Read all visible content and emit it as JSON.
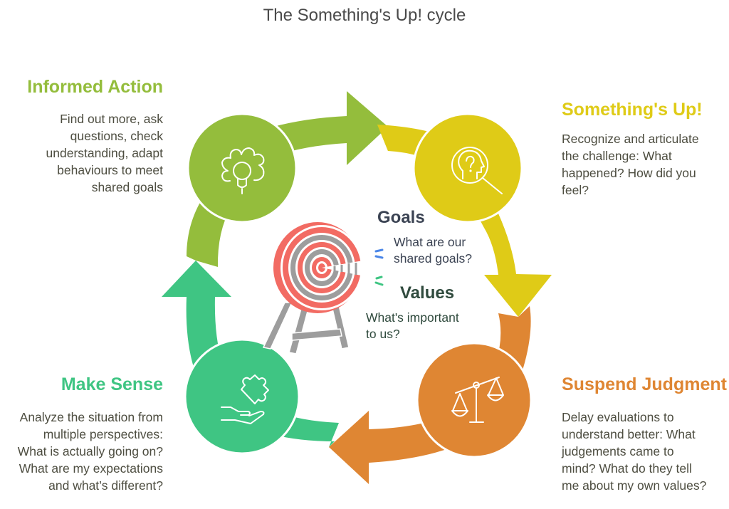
{
  "title": "The Something's Up! cycle",
  "stages": [
    {
      "id": "informed-action",
      "title": "Informed Action",
      "description_lines": [
        "Find out more, ask",
        "questions, check",
        "understanding, adapt",
        "behaviours to meet",
        "shared goals"
      ],
      "color": "#94bd3c",
      "icon": "gear-lightbulb-icon"
    },
    {
      "id": "somethings-up",
      "title": "Something's Up!",
      "description_lines": [
        "Recognize and articulate",
        "the challenge: What",
        "happened? How did you",
        "feel?"
      ],
      "color": "#dfcb17",
      "icon": "head-question-magnifier-icon"
    },
    {
      "id": "suspend-judgment",
      "title": "Suspend Judgment",
      "description_lines": [
        "Delay evaluations to",
        "understand better: What",
        "judgements came to",
        "mind? What do they tell",
        "me about my own values?"
      ],
      "color": "#df8633",
      "icon": "balance-scale-icon"
    },
    {
      "id": "make-sense",
      "title": "Make Sense",
      "description_lines": [
        "Analyze the situation from",
        "multiple perspectives:",
        "What is actually going on?",
        "What are my expectations",
        "and what’s different?"
      ],
      "color": "#3fc583",
      "icon": "hand-puzzle-icon"
    }
  ],
  "center": {
    "goals": {
      "title": "Goals",
      "lines": [
        "What are our",
        "shared goals?"
      ],
      "accent": "#4a86e8"
    },
    "values": {
      "title": "Values",
      "lines": [
        "What's important",
        "to us?"
      ],
      "accent": "#3fc583"
    },
    "icon": "archery-target-icon",
    "target_colors": {
      "ring": "#f26b63",
      "alt": "#9d9d9d"
    }
  },
  "colors": {
    "title_text": "#4a4a4a",
    "body_text": "#4d4d40",
    "center_text": "#3b4353"
  }
}
